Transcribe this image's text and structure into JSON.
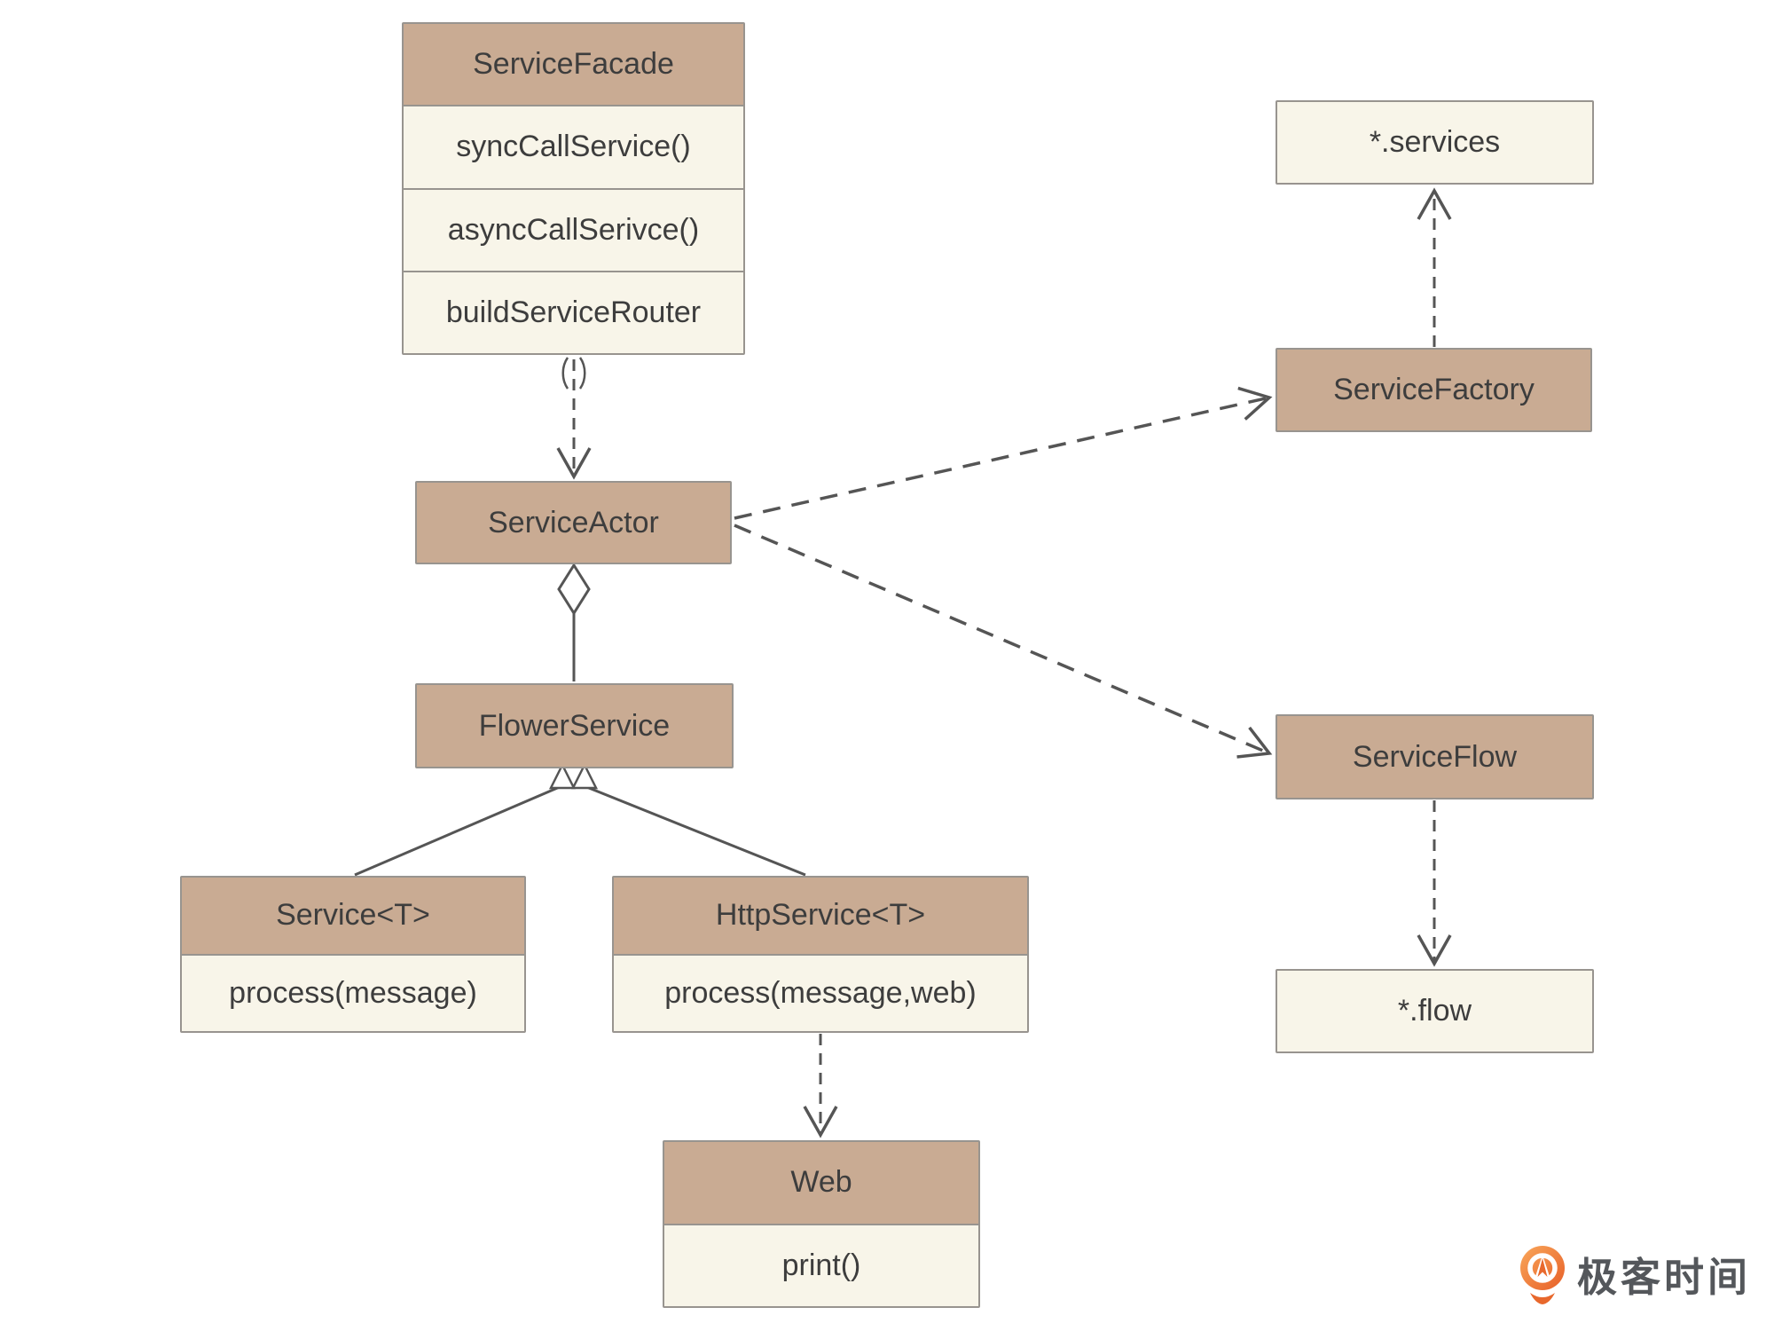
{
  "palette": {
    "canvas_bg": "#ffffff",
    "class_header_fill": "#c9ab93",
    "class_body_fill": "#f8f5e9",
    "class_border": "#98948f",
    "connector_color": "#555555",
    "text_color": "#3d3d3d",
    "logo_orange": "#ed6c2f",
    "logo_orange_light": "#f9a75a",
    "logo_text_color": "#54575b"
  },
  "nodes": {
    "service_facade": {
      "title": "ServiceFacade",
      "members": [
        "syncCallService()",
        "asyncCallSerivce()",
        "buildServiceRouter"
      ]
    },
    "service_actor": {
      "title": "ServiceActor"
    },
    "service_factory": {
      "title": "ServiceFactory"
    },
    "services_file": {
      "title": "*.services"
    },
    "service_flow": {
      "title": "ServiceFlow"
    },
    "flow_file": {
      "title": "*.flow"
    },
    "flower_service": {
      "title": "FlowerService"
    },
    "service_generic": {
      "title": "Service<T>",
      "members": [
        "process(message)"
      ]
    },
    "http_service": {
      "title": "HttpService<T>",
      "members": [
        "process(message,web)"
      ]
    },
    "web": {
      "title": "Web",
      "members": [
        "print()"
      ]
    }
  },
  "relations": [
    {
      "from": "ServiceFacade",
      "to": "ServiceActor",
      "type": "dashed-dependency-arrow"
    },
    {
      "from": "ServiceActor",
      "to": "FlowerService",
      "type": "aggregation-hollow-diamond"
    },
    {
      "from": "Service<T>",
      "to": "FlowerService",
      "type": "inheritance-hollow-triangle"
    },
    {
      "from": "HttpService<T>",
      "to": "FlowerService",
      "type": "inheritance-hollow-triangle"
    },
    {
      "from": "ServiceActor",
      "to": "ServiceFactory",
      "type": "dashed-dependency-arrow"
    },
    {
      "from": "ServiceActor",
      "to": "ServiceFlow",
      "type": "dashed-dependency-arrow"
    },
    {
      "from": "ServiceFactory",
      "to": "*.services",
      "type": "dashed-dependency-arrow"
    },
    {
      "from": "ServiceFlow",
      "to": "*.flow",
      "type": "dashed-dependency-arrow"
    },
    {
      "from": "HttpService<T>",
      "to": "Web",
      "type": "dashed-dependency-arrow"
    }
  ],
  "branding": {
    "logo_text": "极客时间"
  }
}
